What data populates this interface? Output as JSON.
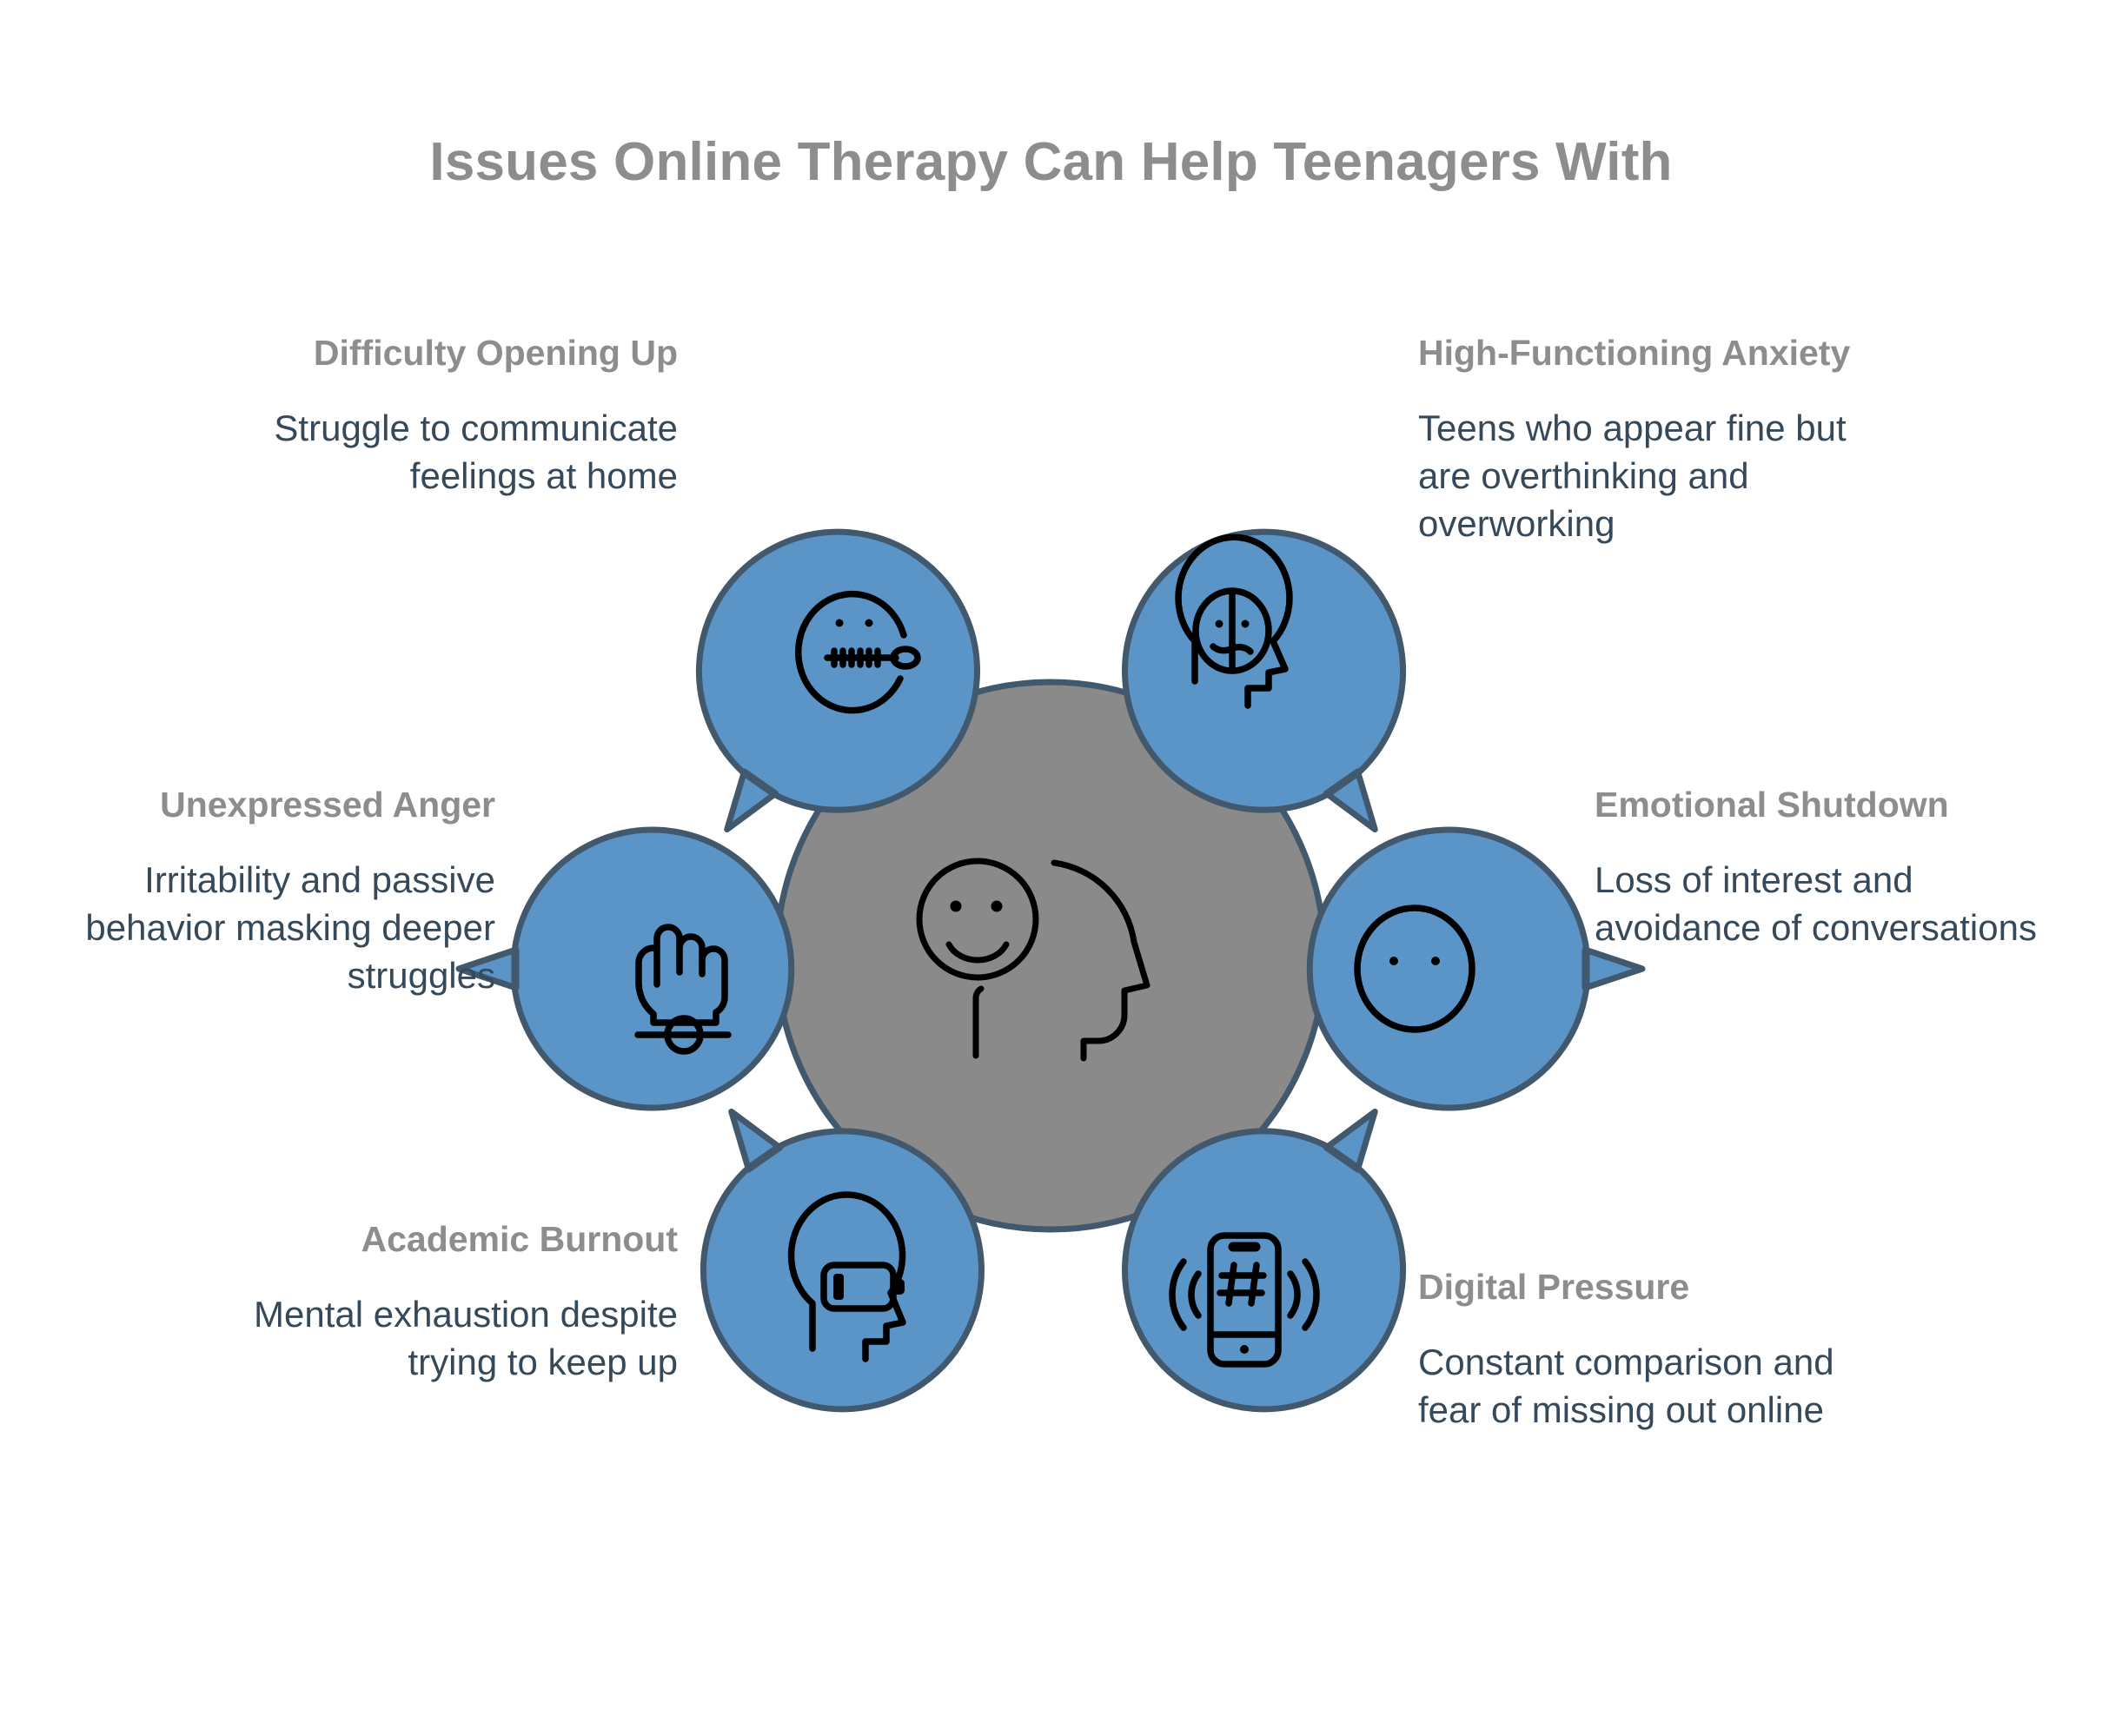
{
  "page": {
    "title": "Issues Online Therapy Can Help Teenagers With",
    "background_color": "#ffffff"
  },
  "palette": {
    "bubble_fill": "#5b95c8",
    "center_fill": "#8a8a8a",
    "stroke": "#42586c",
    "heading_text": "#8d8d8d",
    "body_text": "#36495a",
    "icon_stroke": "#000000"
  },
  "center": {
    "icon": "person-smiley-and-head-profile-icon",
    "label": "central-hub"
  },
  "nodes": [
    {
      "id": "difficulty-opening-up",
      "heading": "Difficulty Opening\nUp",
      "heading_line1": "Difficulty Opening",
      "heading_line2": "Up",
      "description": "Struggle to communicate feelings at home",
      "icon": "zipped-mouth-face-icon",
      "position": "top-left",
      "align": "right"
    },
    {
      "id": "high-functioning-anxiety",
      "heading": "High-Functioning Anxiety",
      "heading_line1": "High-Functioning",
      "heading_line2": "Anxiety",
      "description": "Teens who appear fine but are overthinking and overworking",
      "icon": "head-with-split-happy-sad-face-icon",
      "position": "top-right",
      "align": "left"
    },
    {
      "id": "unexpressed-anger",
      "heading": "Unexpressed Anger",
      "heading_line1": "Unexpressed",
      "heading_line2": "Anger",
      "description": "Irritability and passive behavior masking deeper struggles",
      "icon": "clenched-fist-icon",
      "position": "middle-left",
      "align": "right"
    },
    {
      "id": "emotional-shutdown",
      "heading": "Emotional Shutdown",
      "heading_line1": "Emotional",
      "heading_line2": "Shutdown",
      "description": "Loss of interest and avoidance of conversations",
      "icon": "blank-expressionless-face-icon",
      "position": "middle-right",
      "align": "left"
    },
    {
      "id": "academic-burnout",
      "heading": "Academic Burnout",
      "heading_line1": "Academic",
      "heading_line2": "Burnout",
      "description": "Mental exhaustion despite trying to keep up",
      "icon": "head-with-low-battery-icon",
      "position": "bottom-left",
      "align": "right"
    },
    {
      "id": "digital-pressure",
      "heading": "Digital Pressure",
      "heading_line1": "Digital Pressure",
      "heading_line2": "",
      "description": "Constant comparison and fear of missing out online",
      "icon": "smartphone-hashtag-vibrating-icon",
      "position": "bottom-right",
      "align": "left"
    }
  ]
}
